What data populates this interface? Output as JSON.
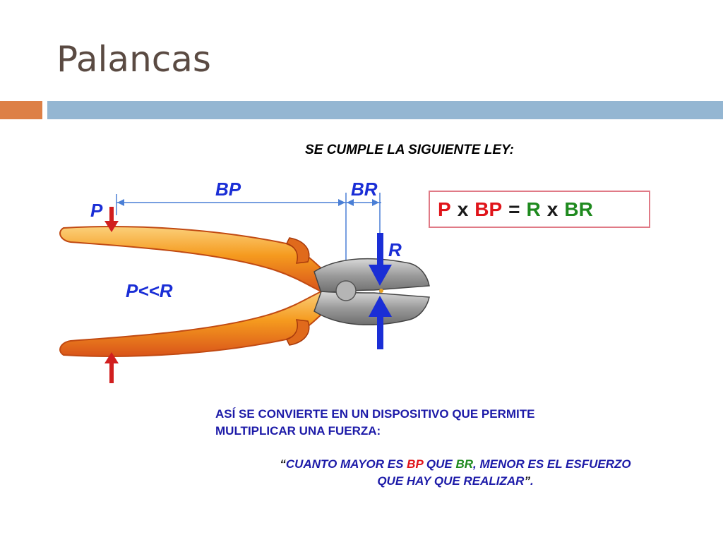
{
  "slide": {
    "title": "Palancas"
  },
  "law": {
    "heading": "SE CUMPLE LA SIGUIENTE LEY:"
  },
  "diagram": {
    "labels": {
      "bp": "BP",
      "br": "BR",
      "p": "P",
      "r": "R",
      "p_less_r": "P<<R"
    },
    "colors": {
      "handle": "#f59a1e",
      "handle_dark": "#d9541a",
      "jaw": "#9a9a9a",
      "arrow_p": "#d11f1f",
      "arrow_r": "#1a2ed6",
      "dimension_line": "#4a7fd6",
      "label_text": "#1a2ed6"
    }
  },
  "formula": {
    "p": "P",
    "x1": "x",
    "bp": "BP",
    "eq": "=",
    "r": "R",
    "x2": "x",
    "br": "BR",
    "colors": {
      "p_bp": "#e0141a",
      "operators": "#1a1a1a",
      "r_br": "#1f8a1f",
      "border": "#e07a86"
    }
  },
  "note": {
    "line1": "ASÍ SE CONVIERTE EN UN DISPOSITIVO QUE PERMITE",
    "line2": "MULTIPLICAR UNA FUERZA:",
    "quote_open": "“",
    "quote_a": "CUANTO MAYOR ES ",
    "quote_bp": "BP",
    "quote_b": " QUE ",
    "quote_br": "BR",
    "quote_c": ", MENOR ES EL ESFUERZO",
    "quote_d": "QUE HAY QUE REALIZAR",
    "quote_close": "”",
    "quote_end": ".",
    "colors": {
      "text": "#1c1aa8",
      "bp": "#e0141a",
      "br": "#1f8a1f"
    }
  }
}
